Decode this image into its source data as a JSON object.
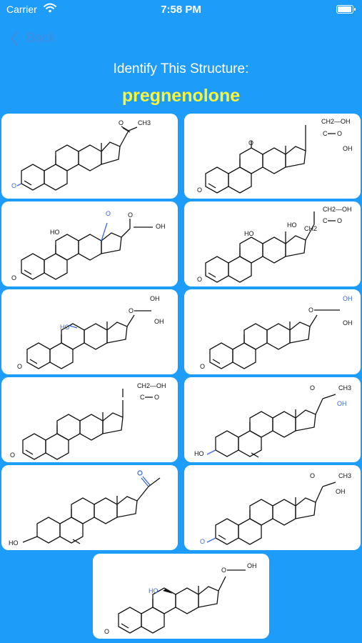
{
  "status_bar": {
    "carrier": "Carrier",
    "time": "7:58 PM",
    "battery_level": 1.0
  },
  "nav": {
    "back_label": "Back"
  },
  "quiz": {
    "prompt": "Identify This Structure:",
    "answer_name": "pregnenolone"
  },
  "colors": {
    "background": "#1e9cf9",
    "answer_text": "#f9f43c",
    "back_link": "#3f8de0",
    "highlight": "#3a66d8"
  },
  "choices": [
    {
      "id": "a",
      "labels": {
        "c20": "O",
        "c21": "CH3",
        "c3": "O"
      }
    },
    {
      "id": "b",
      "labels": {
        "c21": "CH2—OH",
        "c20": "C",
        "c20o": "O",
        "c17": "OH",
        "c11": "O",
        "c3": "O"
      }
    },
    {
      "id": "c",
      "labels": {
        "c18o": "O",
        "c20o": "O",
        "c21": "OH",
        "c11": "HO",
        "c3": "O"
      }
    },
    {
      "id": "d",
      "labels": {
        "c21": "CH2—OH",
        "c20": "C",
        "c20o": "O",
        "c18": "CH2",
        "c18o": "HO",
        "c11": "HO",
        "c3": "O"
      }
    },
    {
      "id": "e",
      "labels": {
        "c21": "OH",
        "c20o": "O",
        "c17": "OH",
        "c11": "HO",
        "c3": "O"
      }
    },
    {
      "id": "f",
      "labels": {
        "c21": "OH",
        "c20o": "O",
        "c17": "OH",
        "c3": "O"
      }
    },
    {
      "id": "g",
      "labels": {
        "c21": "CH2—OH",
        "c20": "C",
        "c20o": "O",
        "c3": "O"
      }
    },
    {
      "id": "h",
      "labels": {
        "c20o": "O",
        "c21": "CH3",
        "c17": "OH",
        "c3": "HO"
      }
    },
    {
      "id": "i",
      "labels": {
        "c3": "HO"
      }
    },
    {
      "id": "j",
      "labels": {
        "c20o": "O",
        "c21": "CH3",
        "c17": "OH",
        "c3": "O"
      }
    },
    {
      "id": "k",
      "labels": {
        "c20o": "O",
        "c21": "OH",
        "c11": "HO",
        "c3": "O"
      }
    }
  ]
}
